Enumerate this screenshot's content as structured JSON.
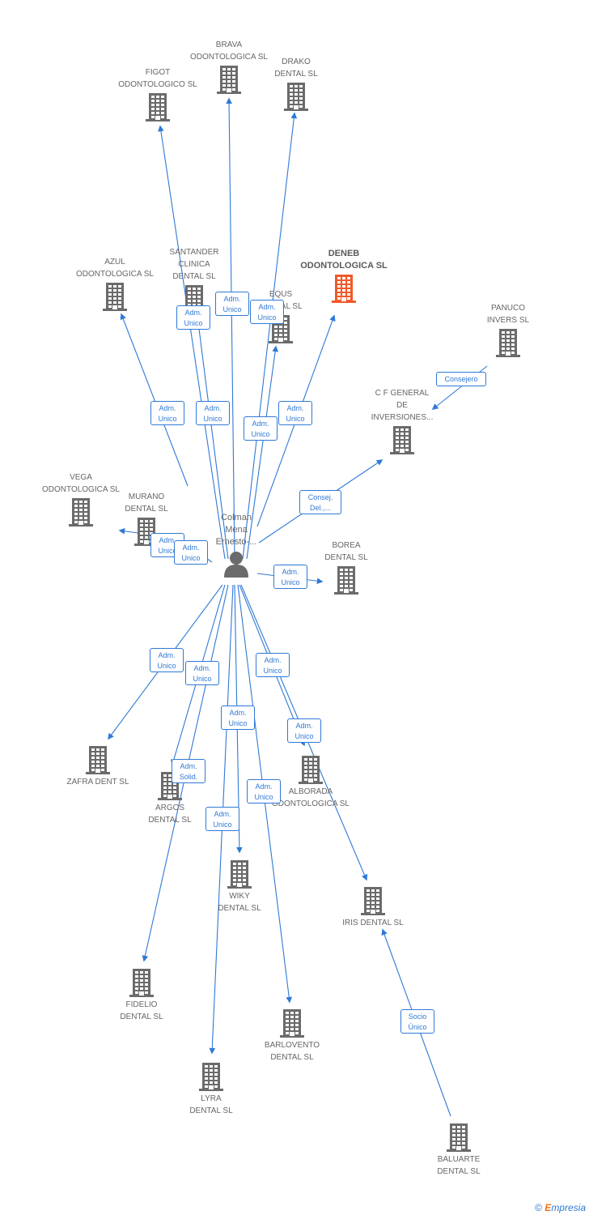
{
  "person": {
    "name": "Colman\nMena\nErnesto-...",
    "icon": "person-icon"
  },
  "companies": [
    {
      "id": "brava",
      "label": "BRAVA\nODONTOLOGICA SL",
      "icon": "building-icon"
    },
    {
      "id": "figot",
      "label": "FIGOT\nODONTOLOGICO SL",
      "icon": "building-icon"
    },
    {
      "id": "drako",
      "label": "DRAKO\nDENTAL SL",
      "icon": "building-icon"
    },
    {
      "id": "azul",
      "label": "AZUL\nODONTOLOGICA SL",
      "icon": "building-icon"
    },
    {
      "id": "santander",
      "label": "SANTANDER\nCLINICA\nDENTAL SL",
      "icon": "building-icon"
    },
    {
      "id": "deneb",
      "label": "DENEB\nODONTOLOGICA SL",
      "icon": "building-icon",
      "highlight": true,
      "color": "#f05a28"
    },
    {
      "id": "equs",
      "label": "EQUS\nDENTAL SL",
      "icon": "building-icon"
    },
    {
      "id": "panuco",
      "label": "PANUCO\nINVERS SL",
      "icon": "building-icon"
    },
    {
      "id": "cfgeneral",
      "label": "C F GENERAL\nDE\nINVERSIONES...",
      "icon": "building-icon"
    },
    {
      "id": "vega",
      "label": "VEGA\nODONTOLOGICA SL",
      "icon": "building-icon"
    },
    {
      "id": "murano",
      "label": "MURANO\nDENTAL SL",
      "icon": "building-icon"
    },
    {
      "id": "borea",
      "label": "BOREA\nDENTAL SL",
      "icon": "building-icon"
    },
    {
      "id": "zafra",
      "label": "ZAFRA DENT SL",
      "icon": "building-icon"
    },
    {
      "id": "argos",
      "label": "ARGOS\nDENTAL SL",
      "icon": "building-icon"
    },
    {
      "id": "alborada",
      "label": "ALBORADA\nODONTOLOGICA SL",
      "icon": "building-icon"
    },
    {
      "id": "wiky",
      "label": "WIKY\nDENTAL SL",
      "icon": "building-icon"
    },
    {
      "id": "iris",
      "label": "IRIS DENTAL SL",
      "icon": "building-icon"
    },
    {
      "id": "fidelio",
      "label": "FIDELIO\nDENTAL SL",
      "icon": "building-icon"
    },
    {
      "id": "barlovento",
      "label": "BARLOVENTO\nDENTAL SL",
      "icon": "building-icon"
    },
    {
      "id": "lyra",
      "label": "LYRA\nDENTAL SL",
      "icon": "building-icon"
    },
    {
      "id": "baluarte",
      "label": "BALUARTE\nDENTAL SL",
      "icon": "building-icon"
    }
  ],
  "relations": [
    {
      "from": "person",
      "to": "brava",
      "label": "Adm.\nUnico"
    },
    {
      "from": "person",
      "to": "figot",
      "label": "Adm.\nUnico"
    },
    {
      "from": "person",
      "to": "drako",
      "label": "Adm.\nUnico"
    },
    {
      "from": "person",
      "to": "azul",
      "label": "Adm.\nUnico"
    },
    {
      "from": "person",
      "to": "santander",
      "label": "Adm.\nUnico"
    },
    {
      "from": "person",
      "to": "equs",
      "label": "Adm.\nUnico"
    },
    {
      "from": "person",
      "to": "deneb",
      "label": "Adm.\nUnico"
    },
    {
      "from": "panuco",
      "to": "cfgeneral",
      "label": "Consejero"
    },
    {
      "from": "person",
      "to": "cfgeneral",
      "label": "Consej.\nDel.,..."
    },
    {
      "from": "person",
      "to": "vega",
      "label": "Adm.\nUnico"
    },
    {
      "from": "person",
      "to": "murano",
      "label": "Adm.\nUnico"
    },
    {
      "from": "person",
      "to": "borea",
      "label": "Adm.\nUnico"
    },
    {
      "from": "person",
      "to": "zafra",
      "label": "Adm.\nUnico"
    },
    {
      "from": "person",
      "to": "fidelio",
      "label": "Adm.\nUnico"
    },
    {
      "from": "person",
      "to": "argos",
      "label": "Adm.\nUnico"
    },
    {
      "from": "person",
      "to": "wiky",
      "label": "Adm.\nUnico"
    },
    {
      "from": "person",
      "to": "iris",
      "label": "Adm.\nUnico"
    },
    {
      "from": "person",
      "to": "alborada",
      "label": "Adm.\nSolid."
    },
    {
      "from": "person",
      "to": "barlovento",
      "label": "Adm.\nUnico"
    },
    {
      "from": "person",
      "to": "lyra",
      "label": "Adm.\nUnico"
    },
    {
      "from": "baluarte",
      "to": "iris",
      "label": "Socio\nÚnico"
    }
  ],
  "colors": {
    "edge": "#2f79d6",
    "node": "#6b6b6b",
    "highlight": "#f05a28"
  },
  "footer": {
    "copyright": "©",
    "brand_e": "E",
    "brand_rest": "mpresia"
  }
}
